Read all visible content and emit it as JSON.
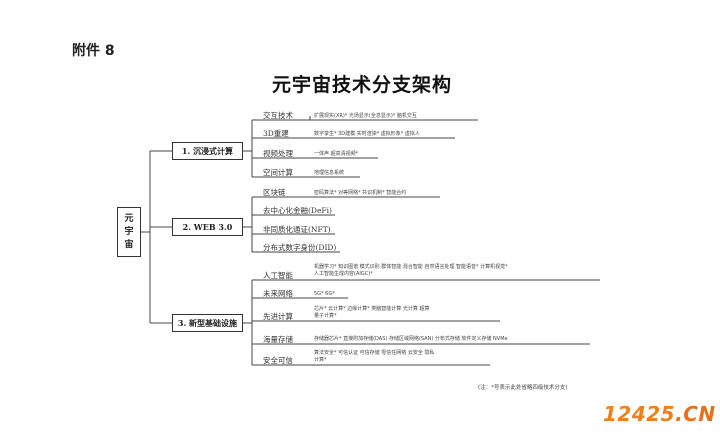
{
  "header": {
    "attachment": "附件 8"
  },
  "title": "元宇宙技术分支架构",
  "root": [
    "元",
    "宇",
    "宙"
  ],
  "categories": [
    {
      "label": "1. 沉浸式计算",
      "subs": [
        {
          "label": "交互技术",
          "leaves": [
            "扩展现实(XR)*  光场显示(全息显示)*  脑机交互"
          ]
        },
        {
          "label": "3D重建",
          "leaves": [
            "数字孪生*  3D建模  实时渲染*  虚拟形象*  虚拟人"
          ]
        },
        {
          "label": "视频处理",
          "leaves": [
            "一体声  超高清视频*"
          ]
        },
        {
          "label": "空间计算",
          "leaves": [
            "地理信息系统"
          ]
        }
      ]
    },
    {
      "label": "2. WEB 3.0",
      "subs": [
        {
          "label": "区块链",
          "leaves": [
            "密码算法*  对等网络*  共识机制*  智能合约"
          ]
        },
        {
          "label": "去中心化金融(DeFi)",
          "leaves": []
        },
        {
          "label": "非同质化通证(NFT)",
          "leaves": []
        },
        {
          "label": "分布式数字身份(DID)",
          "leaves": []
        }
      ]
    },
    {
      "label": "3. 新型基础设施",
      "subs": [
        {
          "label": "人工智能",
          "leaves": [
            "机器学习*  知识图谱  模式识别  群体智能  混合智能  自然语言处理  智能语音*  计算机视觉*",
            "人工智能生成内容(AIGC)*"
          ]
        },
        {
          "label": "未来网络",
          "leaves": [
            "5G*  6G*"
          ]
        },
        {
          "label": "先进计算",
          "leaves": [
            "芯片*  云计算*  边缘计算*  类脑智能计算  光计算  超算",
            "量子计算*"
          ]
        },
        {
          "label": "海量存储",
          "leaves": [
            "存储器芯片*  直接附加存储(DAS)  存储区域网络(SAN)  分布式存储  软件定义存储  NVMe"
          ]
        },
        {
          "label": "安全可信",
          "leaves": [
            "算法安全*  可信认证  可信存储  零信任网络  云安全  隐私",
            "计算*"
          ]
        }
      ]
    }
  ],
  "footnote": "(注：*号表示此处省略四级技术分支)",
  "watermark": {
    "part1": "12425",
    "part2": ".CN"
  }
}
